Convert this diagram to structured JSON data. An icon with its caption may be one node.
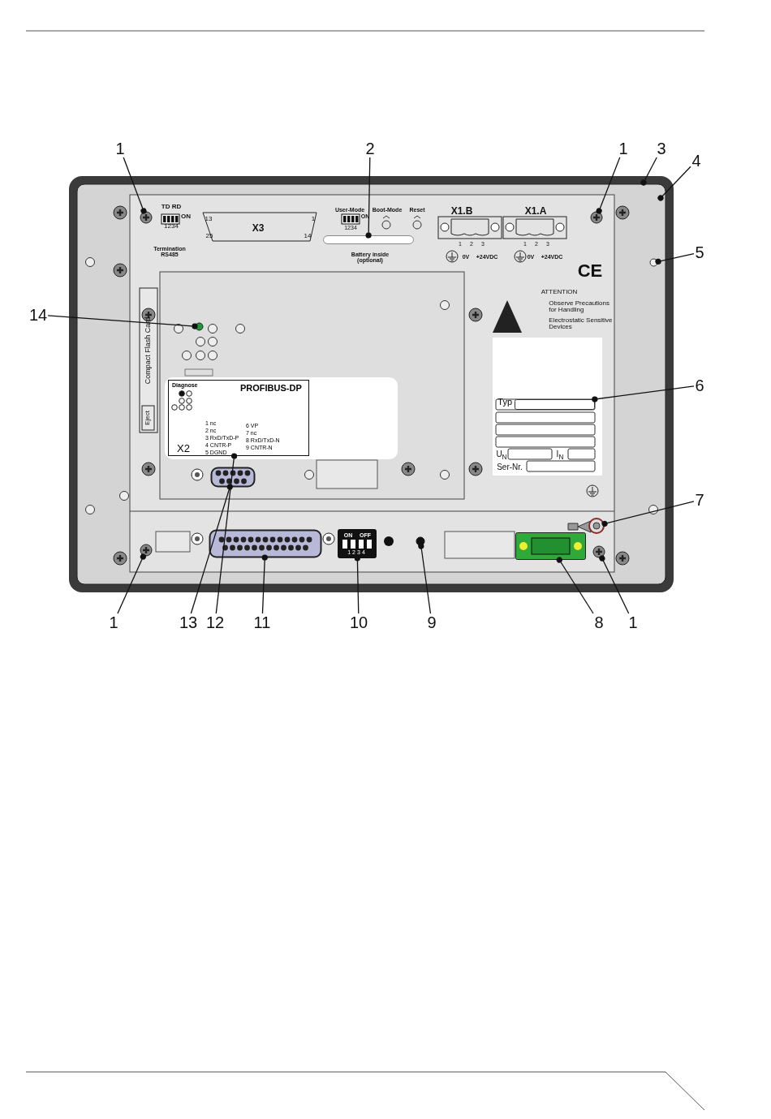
{
  "diagram": {
    "nodes": [
      {
        "text": [
          "1"
        ]
      },
      {
        "text": [],
        "shape": "circle"
      },
      {
        "text": [
          "2"
        ]
      },
      {
        "text": [],
        "shape": "bar"
      },
      {
        "text": [
          "1"
        ]
      },
      {
        "text": [],
        "shape": "circle"
      },
      {
        "text": [
          "3"
        ]
      },
      {
        "text": [
          "4"
        ]
      },
      {
        "text": [
          "5"
        ]
      },
      {
        "text": [],
        "shape": "circle"
      },
      {
        "text": [
          "14"
        ]
      },
      {
        "text": [],
        "shape": "circle"
      },
      {
        "text": [
          "6"
        ]
      },
      {
        "text": [],
        "shape": "box",
        "beside": [
          "Typ"
        ]
      },
      {
        "text": [
          "7"
        ]
      },
      {
        "text": [],
        "shape": "circle"
      },
      {
        "text": [
          "1"
        ]
      },
      {
        "text": [],
        "shape": "circle"
      },
      {
        "text": [
          "13"
        ]
      },
      {
        "text": [],
        "shape": "box"
      },
      {
        "text": [
          "12"
        ]
      },
      {
        "text": [
          "11"
        ]
      },
      {
        "text": [],
        "shape": "box"
      },
      {
        "text": [
          "10"
        ]
      },
      {
        "text": [],
        "shape": "box"
      },
      {
        "text": [
          "9"
        ]
      },
      {
        "text": [],
        "shape": "circle"
      },
      {
        "text": [
          "8"
        ]
      },
      {
        "text": [],
        "shape": "box"
      },
      {
        "text": [
          "1"
        ]
      },
      {
        "text": [],
        "shape": "circle"
      },
      {
        "text": [
          "Diagnose",
          "PROFIBUS-DP",
          "1 nc",
          "2 nc",
          "3 RxD/TxD-P",
          "4 CNTR-P",
          "5 DGND",
          "6 VP",
          "7 nc",
          "8 RxD/TxD-N",
          "9 CNTR-N",
          "X2"
        ]
      }
    ],
    "edges": [
      {
        "from": 0,
        "to": 1,
        "arrow": "other"
      },
      {
        "from": 2,
        "to": 3,
        "arrow": "other"
      },
      {
        "from": 4,
        "to": 5,
        "arrow": "other"
      },
      {
        "from": 6,
        "to": null,
        "arrow": "other"
      },
      {
        "from": 7,
        "to": null,
        "arrow": "other"
      },
      {
        "from": 8,
        "to": 9,
        "arrow": "other"
      },
      {
        "from": 10,
        "to": 11,
        "arrow": "other"
      },
      {
        "from": 12,
        "to": 13,
        "arrow": "other"
      },
      {
        "from": 14,
        "to": 15,
        "arrow": "other"
      },
      {
        "from": 16,
        "to": 17,
        "arrow": "other"
      },
      {
        "from": 18,
        "to": 19,
        "arrow": "other"
      },
      {
        "from": 20,
        "to": 31,
        "arrow": "other"
      },
      {
        "from": 21,
        "to": 22,
        "arrow": "other"
      },
      {
        "from": 23,
        "to": 24,
        "arrow": "other"
      },
      {
        "from": 25,
        "to": 26,
        "arrow": "other"
      },
      {
        "from": 27,
        "to": 28,
        "arrow": "other"
      },
      {
        "from": 29,
        "to": 30,
        "arrow": "other"
      }
    ],
    "labels": [
      "TD RD",
      "ON",
      "1234",
      "Termination RS485",
      "13",
      "1",
      "X3",
      "25",
      "14",
      "User-Mode",
      "Boot-Mode",
      "Reset",
      "ON",
      "1234",
      "Battery inside (optional)",
      "X1.B",
      "X1.A",
      "1",
      "2",
      "3",
      "1",
      "2",
      "3",
      "0V",
      "+24VDC",
      "0V",
      "+24VDC",
      "CE",
      "ATTENTION",
      "Observe Precautions for Handling",
      "Electrostatic Sensitive Devices",
      "Compact Flash Card",
      "Eject",
      "U$_{N}$",
      "I$_{N}$",
      "Ser-Nr.",
      "ON",
      "OFF",
      "1234"
    ]
  }
}
